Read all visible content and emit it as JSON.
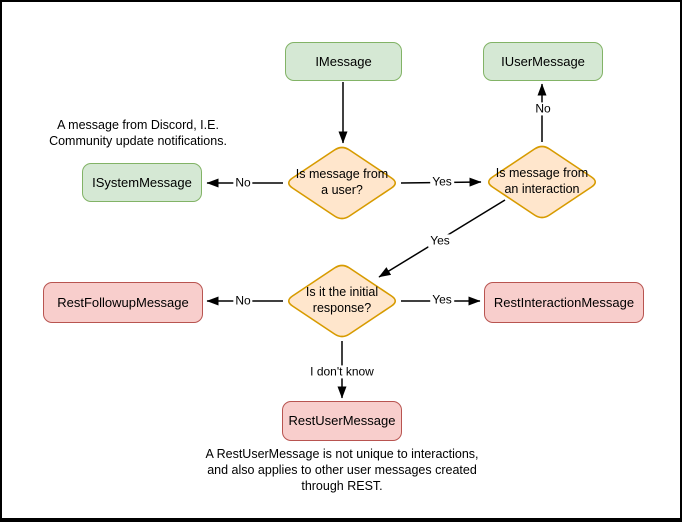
{
  "diagram_type": "flowchart",
  "colors": {
    "interface_node_fill": "#d5e8d4",
    "interface_node_stroke": "#82b366",
    "decision_fill": "#ffe6cc",
    "decision_stroke": "#d79b00",
    "rest_node_fill": "#f8cecc",
    "rest_node_stroke": "#b85450",
    "connector": "#000000",
    "background": "#ffffff"
  },
  "nodes": {
    "imessage": "IMessage",
    "iusermessage": "IUserMessage",
    "isystemmessage": "ISystemMessage",
    "restfollowup": "RestFollowupMessage",
    "restinteraction": "RestInteractionMessage",
    "restuser": "RestUserMessage"
  },
  "decisions": {
    "from_user": "Is message from\na user?",
    "from_interaction": "Is message from\nan interaction",
    "initial_response": "Is it the initial\nresponse?"
  },
  "edge_labels": {
    "user_no": "No",
    "user_yes": "Yes",
    "interaction_no": "No",
    "interaction_yes": "Yes",
    "initial_no": "No",
    "initial_yes": "Yes",
    "initial_unknown": "I don't know"
  },
  "annotations": {
    "system_note": "A message from Discord, I.E.\nCommunity update notifications.",
    "restuser_note": "A RestUserMessage is not unique to interactions,\nand also applies to other user messages created\nthrough REST."
  }
}
